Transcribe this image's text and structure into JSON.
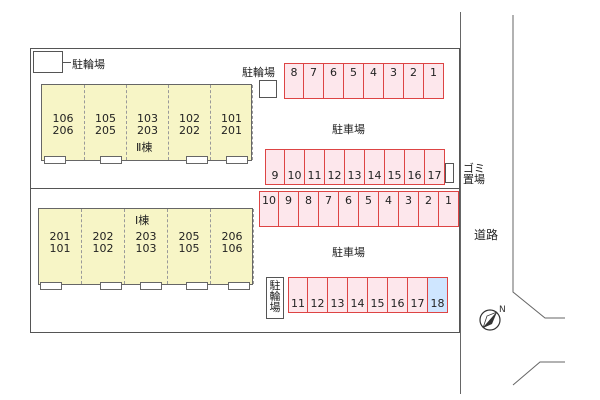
{
  "labels": {
    "bike_parking_1": "駐輪場",
    "bike_parking_2": "駐輪場",
    "bike_parking_3": "駐輪場",
    "parking_1": "駐車場",
    "parking_2": "駐車場",
    "road": "道路",
    "garbage": "ゴミ置場",
    "building_2": "Ⅱ棟",
    "building_1": "Ⅰ棟"
  },
  "building2_units": [
    {
      "top": "106",
      "bottom": "206"
    },
    {
      "top": "105",
      "bottom": "205"
    },
    {
      "top": "103",
      "bottom": "203"
    },
    {
      "top": "102",
      "bottom": "202"
    },
    {
      "top": "101",
      "bottom": "201"
    }
  ],
  "building1_units": [
    {
      "top": "201",
      "bottom": "101"
    },
    {
      "top": "202",
      "bottom": "102"
    },
    {
      "top": "203",
      "bottom": "103"
    },
    {
      "top": "205",
      "bottom": "105"
    },
    {
      "top": "206",
      "bottom": "106"
    }
  ],
  "stalls_row1": [
    "8",
    "7",
    "6",
    "5",
    "4",
    "3",
    "2",
    "1"
  ],
  "stalls_row2": [
    "9",
    "10",
    "11",
    "12",
    "13",
    "14",
    "15",
    "16",
    "17"
  ],
  "stalls_row3": [
    "10",
    "9",
    "8",
    "7",
    "6",
    "5",
    "4",
    "3",
    "2",
    "1"
  ],
  "stalls_row4": [
    "11",
    "12",
    "13",
    "14",
    "15",
    "16",
    "17",
    "18"
  ],
  "highlighted_stall": "18",
  "compass": "N"
}
